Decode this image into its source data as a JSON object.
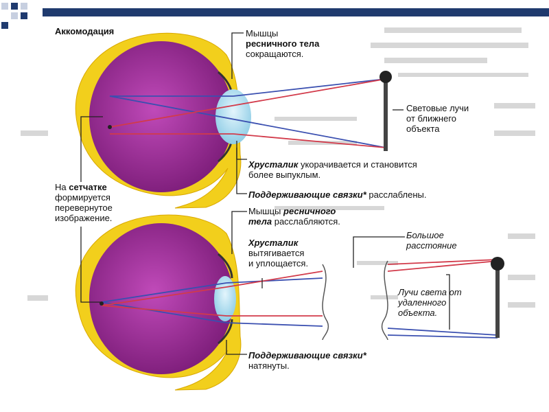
{
  "title": "Аккомодация",
  "labels": {
    "muscles_contract_l1": "Мышцы",
    "muscles_contract_bold": "ресничного тела",
    "muscles_contract_l3": "сокращаются.",
    "near_rays_l1": "Световые лучи",
    "near_rays_l2": "от ближнего",
    "near_rays_l3": "объекта",
    "lens_bold": "Хрусталик",
    "lens_shortens": "укорачивается и становится",
    "lens_shortens_l2": "более выпуклым.",
    "ligaments_bold": "Поддерживающие связки*",
    "ligaments_relaxed": "расслаблены.",
    "retina_l1": "На",
    "retina_bold": "сетчатке",
    "retina_l2": "формируется",
    "retina_l3": "перевернутое",
    "retina_l4": "изображение.",
    "muscles_relax_l1": "Мышцы",
    "muscles_relax_bold": "ресничного",
    "muscles_relax_bold2": "тела",
    "muscles_relax_l2": "расслабляются.",
    "lens2_bold": "Хрусталик",
    "lens2_l1": "вытягивается",
    "lens2_l2": "и уплощается.",
    "big_distance_l1": "Большое",
    "big_distance_l2": "расстояние",
    "far_rays_l1": "Лучи света от",
    "far_rays_l2": "удаленного",
    "far_rays_l3": "объекта.",
    "ligaments2_bold": "Поддерживающие связки*",
    "ligaments2_tense": "натянуты."
  },
  "colors": {
    "bar": "#1f3a6e",
    "sclera": "#f2cf1c",
    "eyeball": "#a12a9c",
    "lens": "#aee0f4",
    "ray_red": "#d23a4a",
    "ray_blue": "#3a4fb0"
  }
}
